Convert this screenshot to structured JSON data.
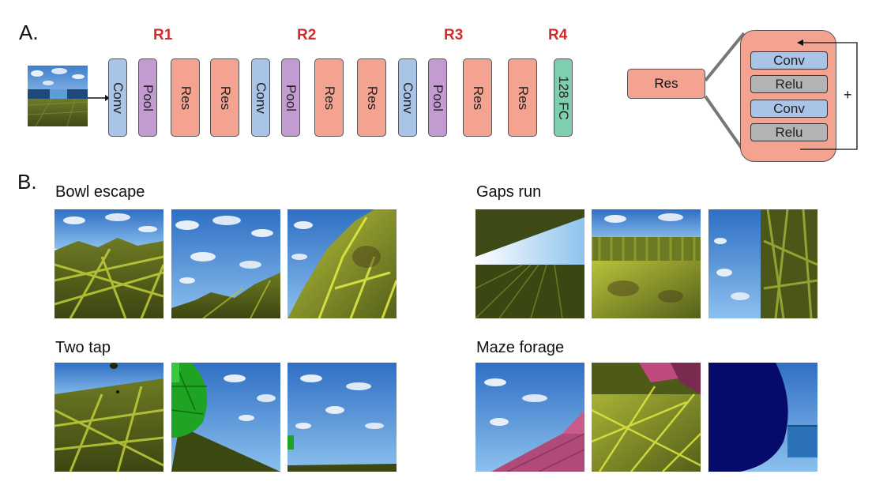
{
  "panel_a": {
    "letter": "A.",
    "stage_labels": [
      "R1",
      "R2",
      "R3",
      "R4"
    ],
    "blocks": [
      "Conv",
      "Pool",
      "Res",
      "Res",
      "Conv",
      "Pool",
      "Res",
      "Res",
      "Conv",
      "Pool",
      "Res",
      "Res",
      "128 FC"
    ],
    "res_block": {
      "label": "Res",
      "inner": [
        "Conv",
        "Relu",
        "Conv",
        "Relu"
      ],
      "skip_symbol": "+"
    },
    "colors": {
      "conv": "#a9c4e6",
      "pool": "#c29cd0",
      "res": "#f4a391",
      "fc": "#7ecfad",
      "relu": "#b3b3b3",
      "stage_label": "#d42b2b"
    }
  },
  "panel_b": {
    "letter": "B.",
    "tasks": [
      {
        "title": "Bowl escape"
      },
      {
        "title": "Gaps run"
      },
      {
        "title": "Two tap"
      },
      {
        "title": "Maze forage"
      }
    ]
  }
}
